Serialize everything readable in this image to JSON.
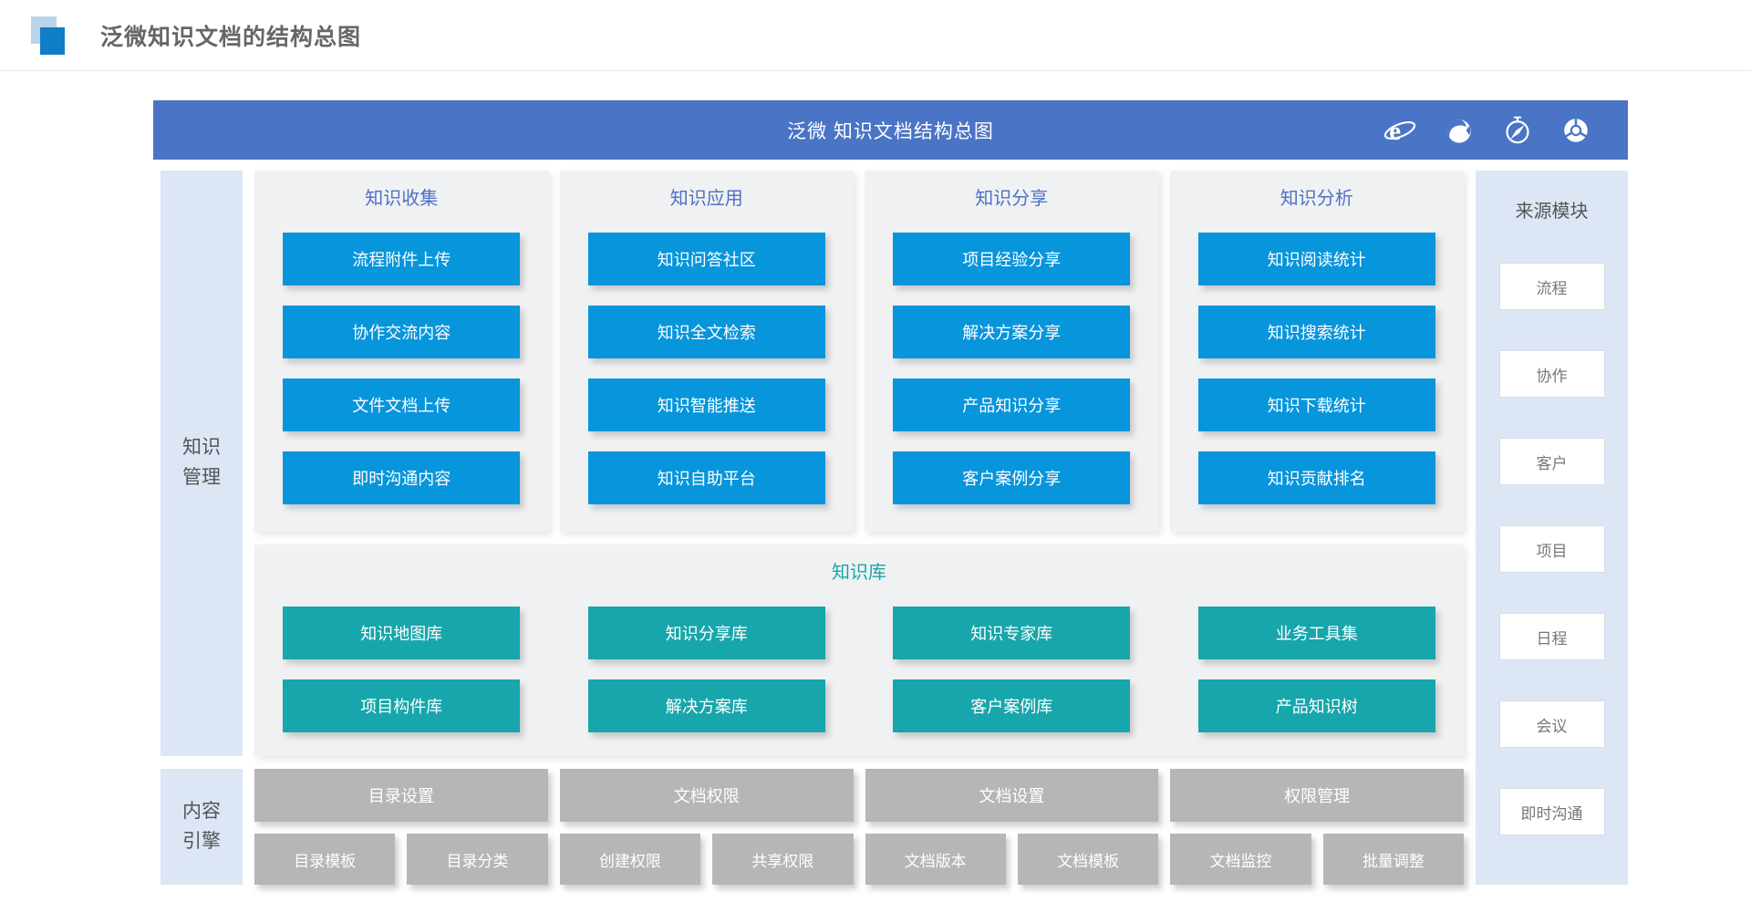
{
  "header": {
    "title": "泛微知识文档的结构总图"
  },
  "banner": {
    "title": "泛微 知识文档结构总图",
    "icons": [
      "ie-icon",
      "firefox-icon",
      "safari-icon",
      "chrome-icon"
    ]
  },
  "rails": {
    "management": "知识管理",
    "engine": "内容引擎"
  },
  "columns": [
    {
      "header": "知识收集",
      "items": [
        "流程附件上传",
        "协作交流内容",
        "文件文档上传",
        "即时沟通内容"
      ]
    },
    {
      "header": "知识应用",
      "items": [
        "知识问答社区",
        "知识全文检索",
        "知识智能推送",
        "知识自助平台"
      ]
    },
    {
      "header": "知识分享",
      "items": [
        "项目经验分享",
        "解决方案分享",
        "产品知识分享",
        "客户案例分享"
      ]
    },
    {
      "header": "知识分析",
      "items": [
        "知识阅读统计",
        "知识搜索统计",
        "知识下载统计",
        "知识贡献排名"
      ]
    }
  ],
  "library": {
    "title": "知识库",
    "rows": [
      [
        "知识地图库",
        "知识分享库",
        "知识专家库",
        "业务工具集"
      ],
      [
        "项目构件库",
        "解决方案库",
        "客户案例库",
        "产品知识树"
      ]
    ]
  },
  "engine_groups": [
    {
      "main": "目录设置",
      "subs": [
        "目录模板",
        "目录分类"
      ]
    },
    {
      "main": "文档权限",
      "subs": [
        "创建权限",
        "共享权限"
      ]
    },
    {
      "main": "文档设置",
      "subs": [
        "文档版本",
        "文档模板"
      ]
    },
    {
      "main": "权限管理",
      "subs": [
        "文档监控",
        "批量调整"
      ]
    }
  ],
  "sources": {
    "title": "来源模块",
    "items": [
      "流程",
      "协作",
      "客户",
      "项目",
      "日程",
      "会议",
      "即时沟通"
    ]
  },
  "colors": {
    "banner_blue": "#4a74c5",
    "node_blue": "#0795dc",
    "node_teal": "#17a6ab",
    "node_gray": "#b5b6b8",
    "rail_bg": "#dce6f5",
    "panel_bg": "#f0f1f2",
    "column_header_text": "#4e71c5",
    "library_header_text": "#17a6ab"
  }
}
